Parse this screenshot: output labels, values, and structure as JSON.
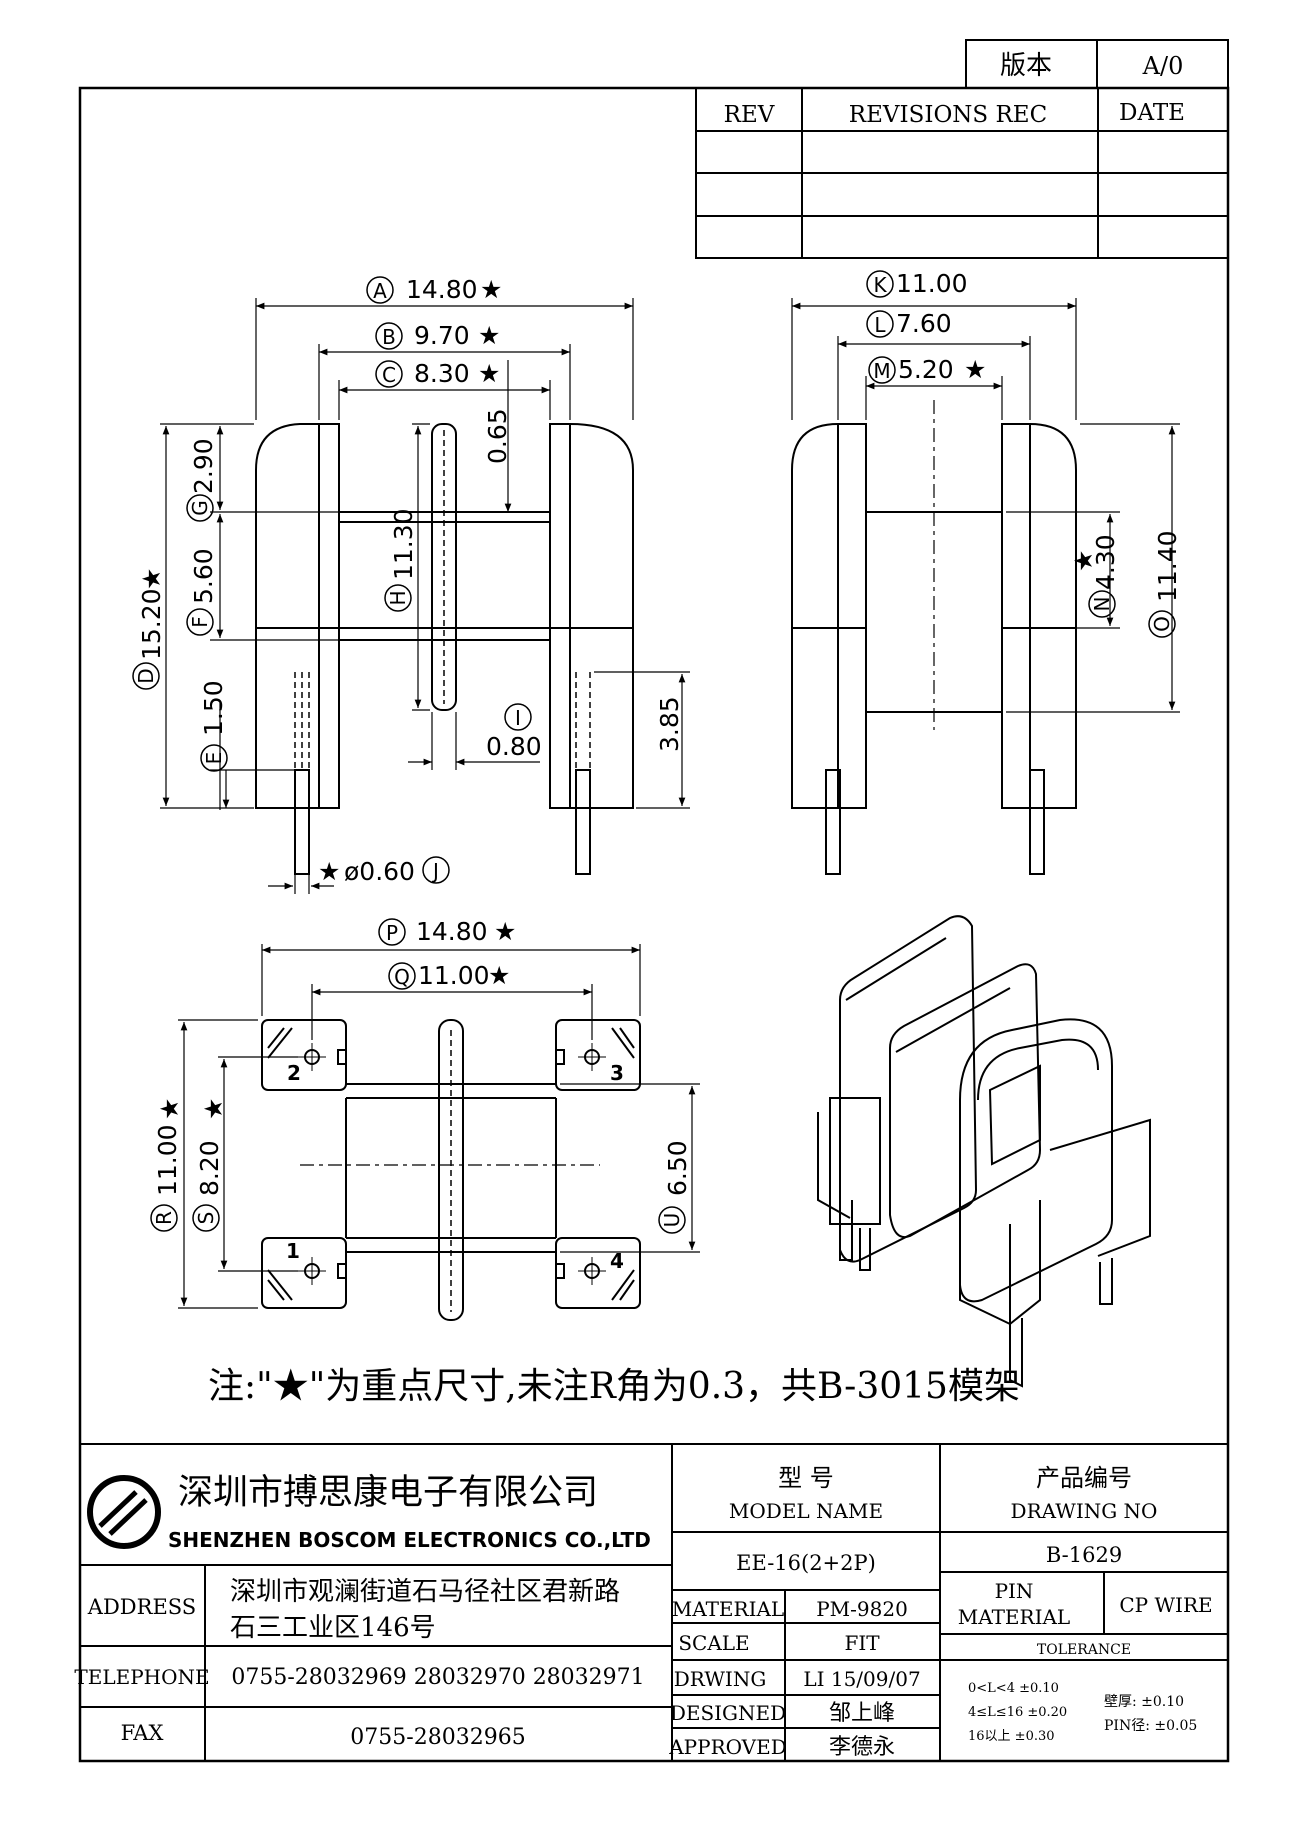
{
  "version_box": {
    "label": "版本",
    "value": "A/0"
  },
  "revisions": {
    "rev_header": "REV",
    "rec_header": "REVISIONS REC",
    "date_header": "DATE"
  },
  "front_view": {
    "dims": {
      "A": "14.80",
      "B": "9.70",
      "C": "8.30",
      "d065": "0.65",
      "D": "15.20",
      "G": "2.90",
      "F": "5.60",
      "H": "11.30",
      "E": "1.50",
      "I": "0.80",
      "d385": "3.85",
      "J": "ø0.60"
    },
    "letters": {
      "A": "A",
      "B": "B",
      "C": "C",
      "D": "D",
      "E": "E",
      "F": "F",
      "G": "G",
      "H": "H",
      "I": "I",
      "J": "J"
    }
  },
  "side_view": {
    "dims": {
      "K": "11.00",
      "L": "7.60",
      "M": "5.20",
      "N": "4.30",
      "O": "11.40"
    },
    "letters": {
      "K": "K",
      "L": "L",
      "M": "M",
      "N": "N",
      "O": "O"
    }
  },
  "bottom_view": {
    "dims": {
      "P": "14.80",
      "Q": "11.00",
      "R": "11.00",
      "S": "8.20",
      "U": "6.50"
    },
    "letters": {
      "P": "P",
      "Q": "Q",
      "R": "R",
      "S": "S",
      "U": "U"
    },
    "pins": [
      "1",
      "2",
      "3",
      "4"
    ]
  },
  "star": "★",
  "note": "注:\"★\"为重点尺寸,未注R角为0.3，共B-3015模架",
  "company": {
    "name_cn": "深圳市搏思康电子有限公司",
    "name_en": "SHENZHEN BOSCOM ELECTRONICS CO.,LTD"
  },
  "address": {
    "label": "ADDRESS",
    "line1": "深圳市观澜街道石马径社区君新路",
    "line2": "石三工业区146号"
  },
  "telephone": {
    "label": "TELEPHONE",
    "value": "0755-28032969 28032970 28032971"
  },
  "fax": {
    "label": "FAX",
    "value": "0755-28032965"
  },
  "model": {
    "cn": "型    号",
    "en": "MODEL NAME",
    "value": "EE-16(2+2P)"
  },
  "drawing_no": {
    "cn": "产品编号",
    "en": "DRAWING NO",
    "value": "B-1629"
  },
  "material": {
    "label": "MATERIAL",
    "value": "PM-9820"
  },
  "scale": {
    "label": "SCALE",
    "value": "FIT"
  },
  "drwing": {
    "label": "DRWING",
    "value": "LI 15/09/07"
  },
  "designed": {
    "label": "DESIGNED",
    "value": "邹上峰"
  },
  "approved": {
    "label": "APPROVED",
    "value": "李德永"
  },
  "pin_material": {
    "label1": "PIN",
    "label2": "MATERIAL",
    "value": "CP WIRE"
  },
  "tolerance": {
    "title": "TOLERANCE",
    "row1": "0<L<4    ±0.10",
    "row2": "4≤L≤16  ±0.20",
    "row3": "16以上    ±0.30",
    "wall": "壁厚:  ±0.10",
    "pin": "PIN径: ±0.05"
  }
}
